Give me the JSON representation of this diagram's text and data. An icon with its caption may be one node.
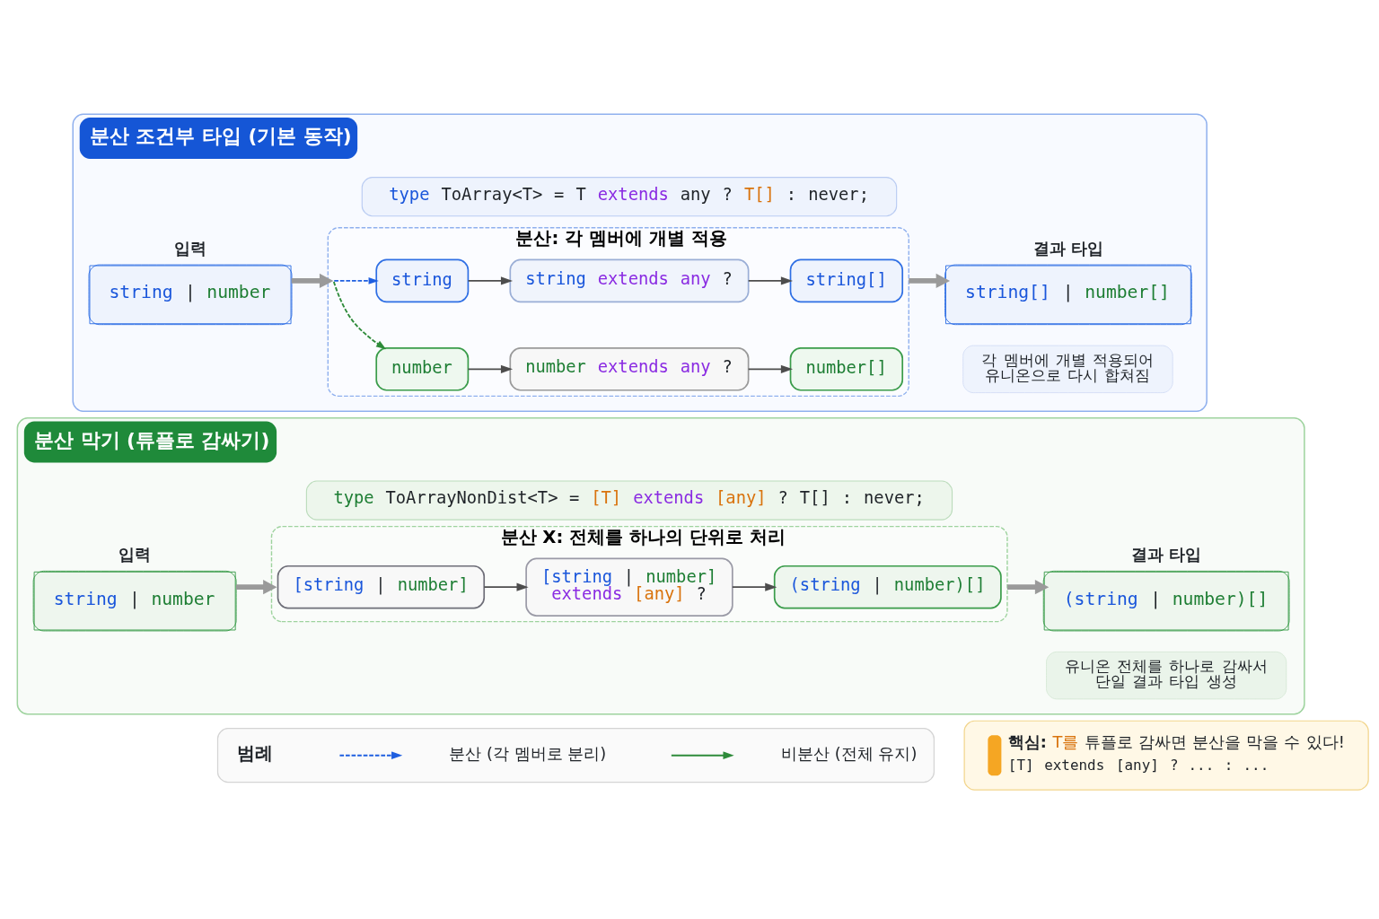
{
  "diagram": {
    "nodes": [
      {
        "text": [
          "분산 조건부 타입 (기본 동작)"
        ]
      },
      {
        "text": [
          "type ToArray<T> = T extends any ? T[] : never;"
        ],
        "in": 0
      },
      {
        "text": [
          "입력",
          "string | number"
        ],
        "in": 0
      },
      {
        "text": [
          "분산: 각 멤버에 개별 적용"
        ],
        "in": 0
      },
      {
        "text": [
          "string"
        ],
        "in": 3
      },
      {
        "text": [
          "string extends any ?"
        ],
        "in": 3
      },
      {
        "text": [
          "string[]"
        ],
        "in": 3
      },
      {
        "text": [
          "number"
        ],
        "in": 3
      },
      {
        "text": [
          "number extends any ?"
        ],
        "in": 3
      },
      {
        "text": [
          "number[]"
        ],
        "in": 3
      },
      {
        "text": [
          "결과 타입",
          "string[] | number[]"
        ],
        "in": 0
      },
      {
        "text": [
          "각 멤버에 개별 적용되어 유니온으로 다시 합쳐짐"
        ],
        "in": 0
      },
      {
        "text": [
          "분산 막기 (튜플로 감싸기)"
        ]
      },
      {
        "text": [
          "type ToArrayNonDist<T> = [T] extends [any] ? T[] : never;"
        ],
        "in": 12
      },
      {
        "text": [
          "입력",
          "string | number"
        ],
        "in": 12
      },
      {
        "text": [
          "분산 X: 전체를 하나의 단위로 처리"
        ],
        "in": 12
      },
      {
        "text": [
          "[string | number]"
        ],
        "in": 15
      },
      {
        "text": [
          "[string | number] extends [any] ?"
        ],
        "in": 15
      },
      {
        "text": [
          "(string | number)[]"
        ],
        "in": 15
      },
      {
        "text": [
          "결과 타입",
          "(string | number)[]"
        ],
        "in": 12
      },
      {
        "text": [
          "유니온 전체를 하나로 감싸서 단일 결과 타입 생성"
        ],
        "in": 12
      },
      {
        "text": [],
        "shape": "box"
      },
      {
        "text": [
          "핵심: T를 튜플로 감싸면 분산을 막을 수 있다!",
          "[T] extends [any] ? ... : ..."
        ]
      }
    ],
    "edges": [
      {
        "from": 2,
        "to": 3,
        "arrow": "to",
        "style": "thick",
        "color": "#9a9a9a"
      },
      {
        "from": 3,
        "to": 4,
        "arrow": "to",
        "style": "dashed",
        "color": "#1f5fe0"
      },
      {
        "from": 3,
        "to": 7,
        "arrow": "to",
        "style": "dashed",
        "color": "#2e8b3a"
      },
      {
        "from": 4,
        "to": 5,
        "arrow": "to"
      },
      {
        "from": 5,
        "to": 6,
        "arrow": "to"
      },
      {
        "from": 7,
        "to": 8,
        "arrow": "to"
      },
      {
        "from": 8,
        "to": 9,
        "arrow": "to"
      },
      {
        "from": 3,
        "to": 10,
        "arrow": "to",
        "style": "thick",
        "color": "#9a9a9a"
      },
      {
        "from": 14,
        "to": 15,
        "arrow": "to",
        "style": "thick",
        "color": "#9a9a9a"
      },
      {
        "from": 16,
        "to": 17,
        "arrow": "to"
      },
      {
        "from": 17,
        "to": 18,
        "arrow": "to"
      },
      {
        "from": 15,
        "to": 19,
        "arrow": "to",
        "style": "thick",
        "color": "#9a9a9a"
      }
    ],
    "labels": [
      "범례"
    ],
    "legend": [
      {
        "text": "분산 (각 멤버로 분리)"
      },
      {
        "text": "비분산 (전체 유지)"
      }
    ]
  }
}
